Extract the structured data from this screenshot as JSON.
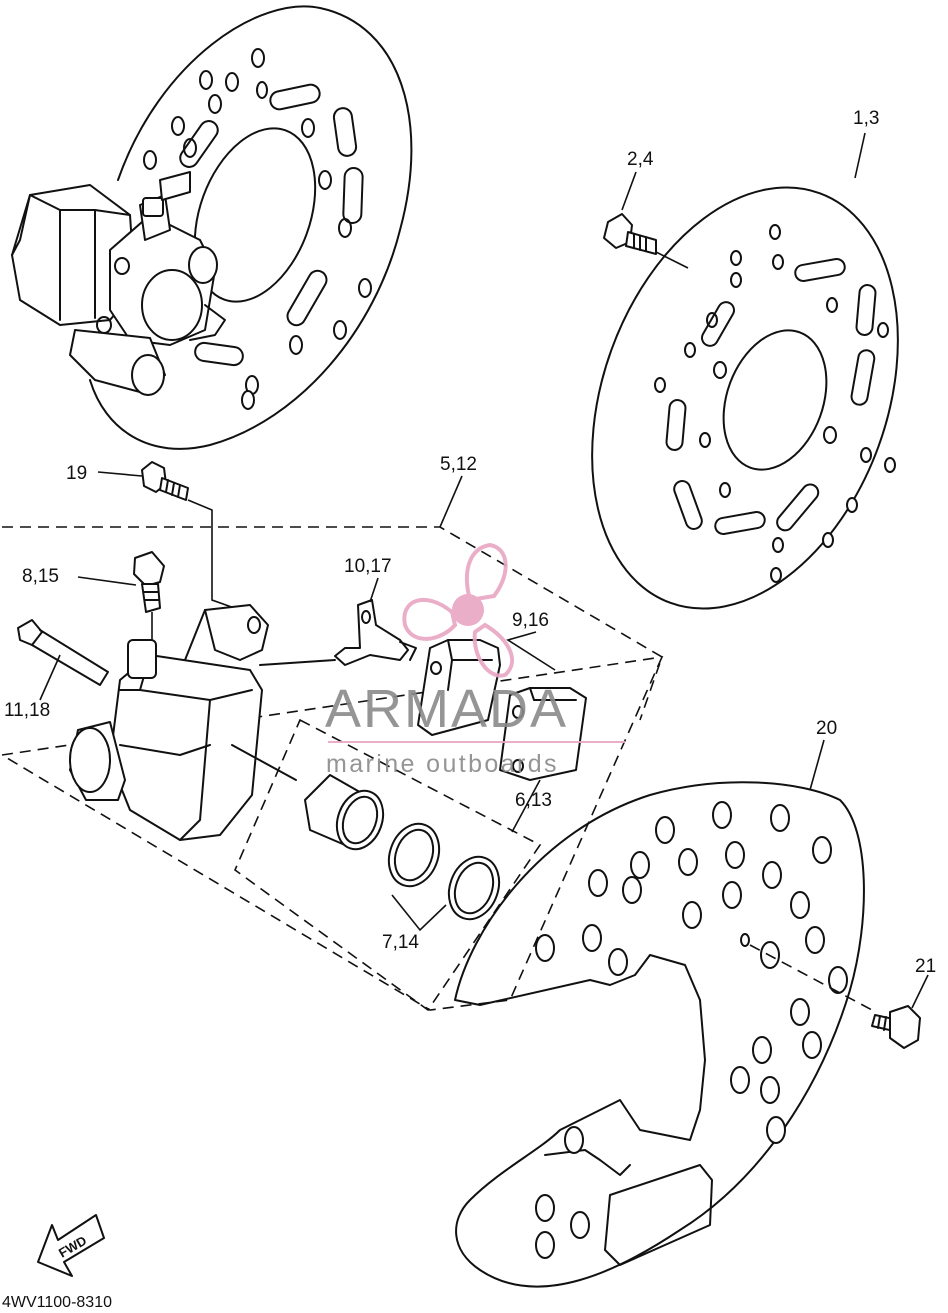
{
  "callouts": {
    "c_1_3": "1,3",
    "c_2_4": "2,4",
    "c_19": "19",
    "c_5_12": "5,12",
    "c_8_15": "8,15",
    "c_10_17": "10,17",
    "c_9_16": "9,16",
    "c_11_18": "11,18",
    "c_6_13": "6,13",
    "c_20": "20",
    "c_7_14": "7,14",
    "c_21": "21"
  },
  "watermark": {
    "brand": "ARMADA",
    "tagline": "marine outboards",
    "logo_color": "#e8a6c4",
    "text_color": "#8a8a8a"
  },
  "fwd_label": "FWD",
  "diagram_code": "4WV1100-8310"
}
